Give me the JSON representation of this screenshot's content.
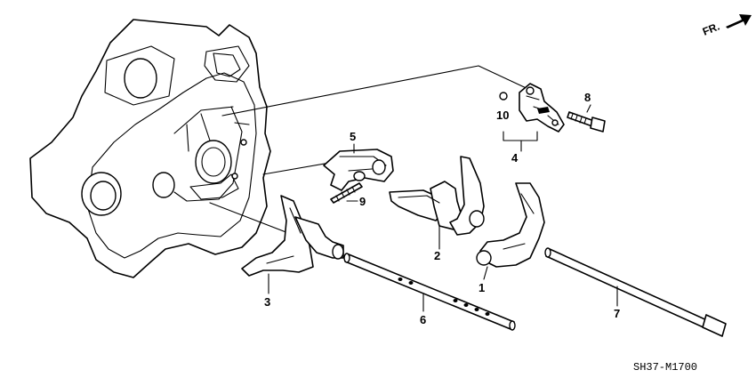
{
  "diagram": {
    "orientation_label": "FR.",
    "diagram_code": "SH37-M1700",
    "callouts": {
      "c1": "1",
      "c2": "2",
      "c3": "3",
      "c4": "4",
      "c5": "5",
      "c6": "6",
      "c7": "7",
      "c8": "8",
      "c9": "9",
      "c10": "10"
    }
  }
}
